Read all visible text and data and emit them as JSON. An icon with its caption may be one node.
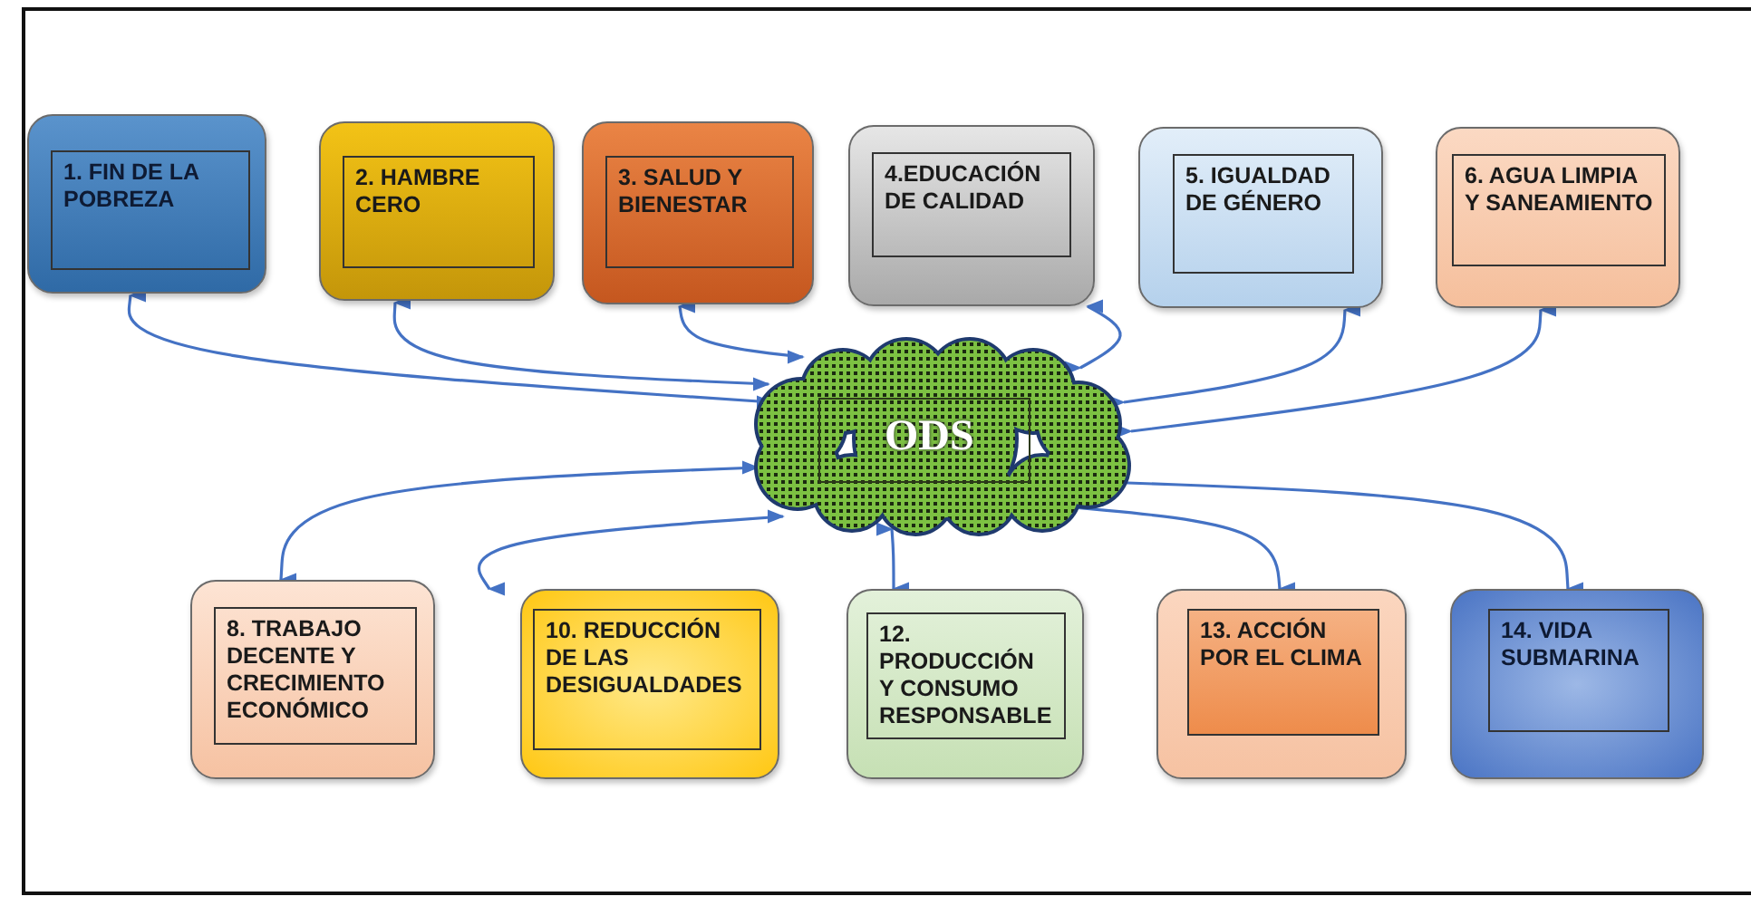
{
  "diagram": {
    "nodes": [
      {
        "text": [
          "1. FIN DE LA POBREZA"
        ]
      },
      {
        "text": [
          "2. HAMBRE CERO"
        ]
      },
      {
        "text": [
          "3. SALUD Y BIENESTAR"
        ]
      },
      {
        "text": [
          "4.EDUCACIÓN DE CALIDAD"
        ]
      },
      {
        "text": [
          "5. IGUALDAD DE GÉNERO"
        ]
      },
      {
        "text": [
          "6. AGUA LIMPIA Y SANEAMIENTO"
        ]
      },
      {
        "text": [
          "ODS"
        ]
      },
      {
        "text": [
          "8. TRABAJO DECENTE Y CRECIMIENTO ECONÓMICO"
        ]
      },
      {
        "text": [
          "10. REDUCCIÓN DE LAS DESIGUALDADES"
        ]
      },
      {
        "text": [
          "12. PRODUCCIÓN Y CONSUMO RESPONSABLE"
        ]
      },
      {
        "text": [
          "13. ACCIÓN POR EL CLIMA"
        ]
      },
      {
        "text": [
          "14. VIDA SUBMARINA"
        ]
      }
    ],
    "edges": [
      {
        "from": 0,
        "to": 6,
        "arrow": "both"
      },
      {
        "from": 1,
        "to": 6,
        "arrow": "both"
      },
      {
        "from": 2,
        "to": 6,
        "arrow": "both"
      },
      {
        "from": 3,
        "to": 6,
        "arrow": "both"
      },
      {
        "from": 4,
        "to": 6,
        "arrow": "both"
      },
      {
        "from": 5,
        "to": 6,
        "arrow": "both"
      },
      {
        "from": 7,
        "to": 6,
        "arrow": "both"
      },
      {
        "from": 8,
        "to": 6,
        "arrow": "both"
      },
      {
        "from": 9,
        "to": 6,
        "arrow": "both"
      },
      {
        "from": 10,
        "to": 6,
        "arrow": "both"
      },
      {
        "from": 11,
        "to": 6,
        "arrow": "both"
      }
    ]
  }
}
